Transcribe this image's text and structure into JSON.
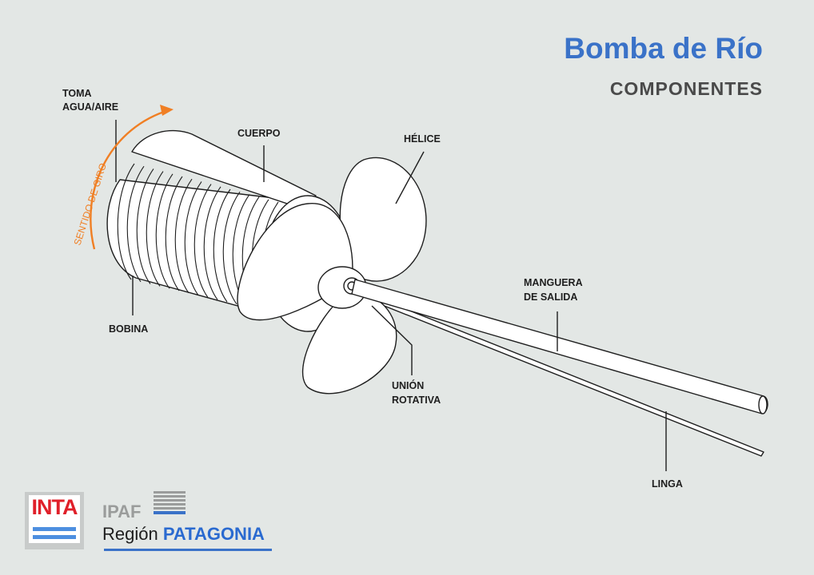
{
  "title": "Bomba de Río",
  "subtitle": "COMPONENTES",
  "labels": {
    "toma_1": "TOMA",
    "toma_2": "AGUA/AIRE",
    "cuerpo": "CUERPO",
    "helice": "HÉLICE",
    "bobina": "BOBINA",
    "manguera_1": "MANGUERA",
    "manguera_2": "DE SALIDA",
    "union_1": "UNIÓN",
    "union_2": "ROTATIVA",
    "linga": "LINGA",
    "sentido": "SENTIDO DE GIRO"
  },
  "logos": {
    "inta": "INTA",
    "ipaf": "IPAF",
    "region": "Región",
    "patagonia": "PATAGONIA"
  },
  "colors": {
    "background": "#e3e7e5",
    "title": "#3a72c8",
    "arrow": "#f07f24",
    "inta_red": "#e0202a"
  }
}
